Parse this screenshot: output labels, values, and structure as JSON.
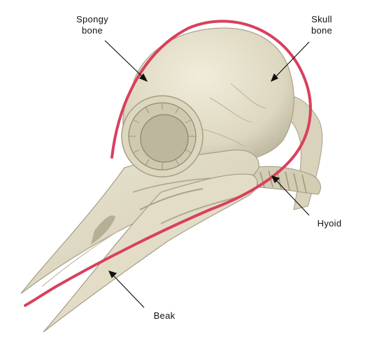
{
  "figure": {
    "labels": {
      "spongy_bone": [
        "Spongy",
        "bone"
      ],
      "skull_bone": [
        "Skull",
        "bone"
      ],
      "hyoid": "Hyoid",
      "beak": "Beak"
    },
    "colors": {
      "bone": "#e6e1cc",
      "bone_shadow": "#a9a48e",
      "hyoid": "#d8405c",
      "pointer": "#111111",
      "background": "#ffffff"
    }
  }
}
